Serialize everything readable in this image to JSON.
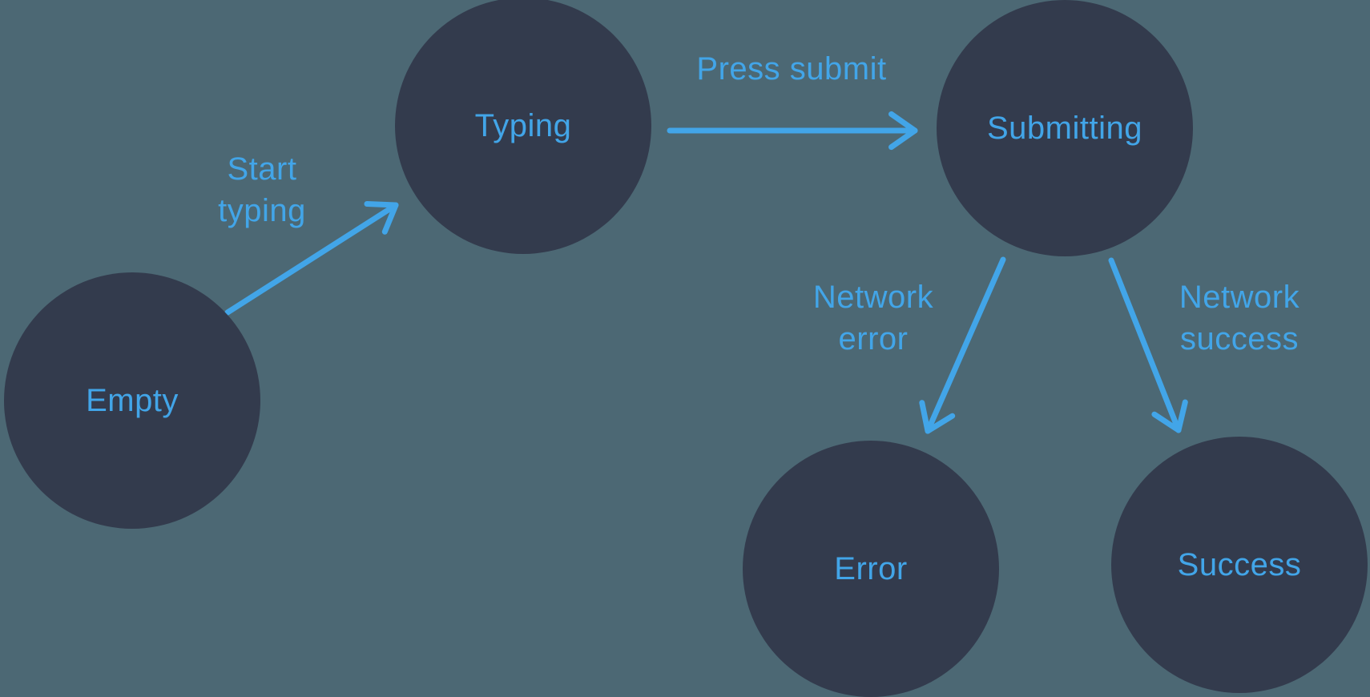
{
  "colors": {
    "background": "#4c6874",
    "node": "#333b4d",
    "accent": "#42a5e8"
  },
  "nodes": [
    {
      "id": "empty",
      "label": "Empty"
    },
    {
      "id": "typing",
      "label": "Typing"
    },
    {
      "id": "submitting",
      "label": "Submitting"
    },
    {
      "id": "error",
      "label": "Error"
    },
    {
      "id": "success",
      "label": "Success"
    }
  ],
  "edges": [
    {
      "from": "Empty",
      "to": "Typing",
      "label": "Start typing",
      "lines": [
        "Start",
        "typing"
      ]
    },
    {
      "from": "Typing",
      "to": "Submitting",
      "label": "Press submit",
      "lines": [
        "Press submit"
      ]
    },
    {
      "from": "Submitting",
      "to": "Error",
      "label": "Network error",
      "lines": [
        "Network",
        "error"
      ]
    },
    {
      "from": "Submitting",
      "to": "Success",
      "label": "Network success",
      "lines": [
        "Network",
        "success"
      ]
    }
  ]
}
